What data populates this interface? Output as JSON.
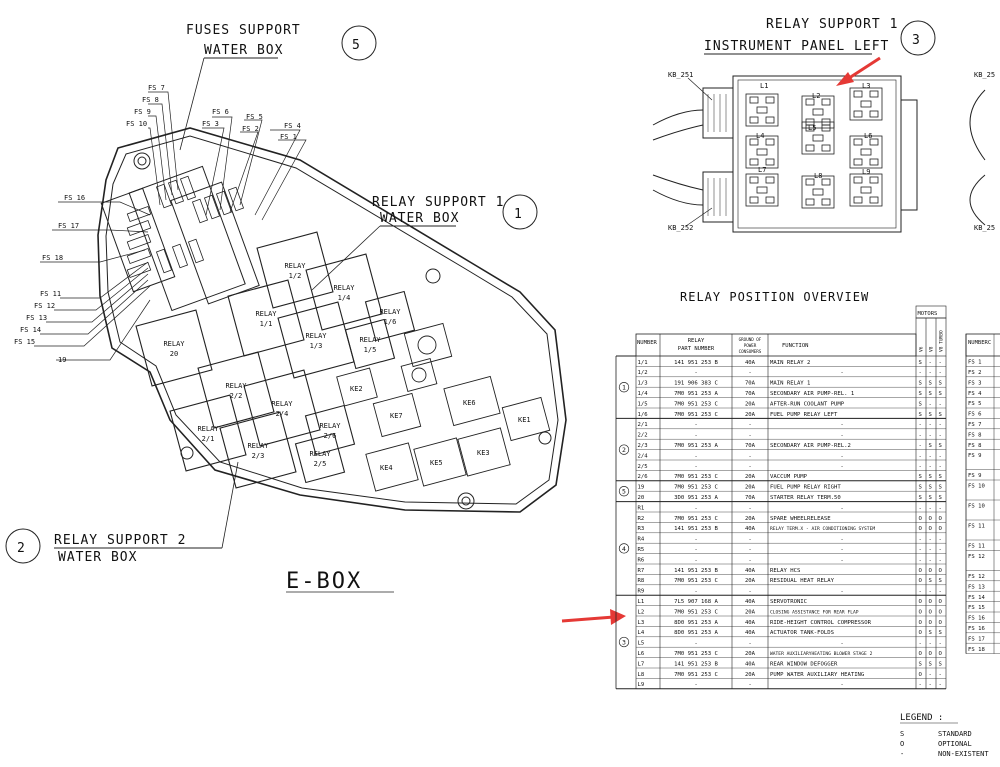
{
  "labels": {
    "fuses_support_1": "FUSES SUPPORT",
    "fuses_support_2": "WATER BOX",
    "num5": "5",
    "relay_support_1_wb_1": "RELAY SUPPORT 1",
    "relay_support_1_wb_2": "WATER BOX",
    "num1": "1",
    "relay_support_2_1": "RELAY SUPPORT 2",
    "relay_support_2_2": "WATER BOX",
    "num2": "2",
    "ebox": "E-BOX",
    "rs1_ip_1": "RELAY SUPPORT 1",
    "rs1_ip_2": "INSTRUMENT PANEL LEFT",
    "num3": "3",
    "kb251": "KB_251",
    "kb252": "KB_252",
    "kb25_a": "KB_25",
    "kb25_b": "KB_25",
    "overview_title": "RELAY POSITION OVERVIEW"
  },
  "fuses": [
    "FS 7",
    "FS 8",
    "FS 9",
    "FS 10",
    "FS 6",
    "FS 5",
    "FS 3",
    "FS 2",
    "FS 4",
    "FS 1",
    "FS 16",
    "FS 17",
    "FS 18",
    "FS 11",
    "FS 12",
    "FS 13",
    "FS 14",
    "FS 15",
    "19"
  ],
  "relays_ebox": [
    {
      "l1": "RELAY",
      "l2": "1/2"
    },
    {
      "l1": "RELAY",
      "l2": "1/1"
    },
    {
      "l1": "RELAY",
      "l2": "1/4"
    },
    {
      "l1": "RELAY",
      "l2": "1/3"
    },
    {
      "l1": "RELAY",
      "l2": "1/6"
    },
    {
      "l1": "RELAY",
      "l2": "1/5"
    },
    {
      "l1": "RELAY",
      "l2": "20"
    },
    {
      "l1": "RELAY",
      "l2": "2/2"
    },
    {
      "l1": "RELAY",
      "l2": "2/1"
    },
    {
      "l1": "RELAY",
      "l2": "2/4"
    },
    {
      "l1": "RELAY",
      "l2": "2/3"
    },
    {
      "l1": "RELAY",
      "l2": "2/6"
    },
    {
      "l1": "RELAY",
      "l2": "2/5"
    }
  ],
  "ke": [
    "KE2",
    "KE7",
    "KE6",
    "KE1",
    "KE4",
    "KE5",
    "KE3"
  ],
  "panel_relays": [
    "L1",
    "L2",
    "L3",
    "L5",
    "L4",
    "L6",
    "L7",
    "L8",
    "L9"
  ],
  "table": {
    "motors": "MOTORS",
    "headers": [
      "NUMBER",
      "RELAY PART NUMBER",
      "GROUND OF POWER CONSUMERS",
      "FUNCTION"
    ],
    "motor_cols": [
      "V6",
      "V8",
      "V8 TURBO"
    ],
    "groups": [
      {
        "num": "1",
        "rows": [
          [
            "1/1",
            "141 951 253 B",
            "40A",
            "MAIN RELAY     2",
            "S",
            "-",
            "-"
          ],
          [
            "1/2",
            "-",
            "-",
            "-",
            "-",
            "-",
            "-"
          ],
          [
            "1/3",
            "191 906 383 C",
            "70A",
            "MAIN RELAY     1",
            "S",
            "S",
            "S"
          ],
          [
            "1/4",
            "7M0 951 253 A",
            "70A",
            "SECONDARY AIR PUMP-REL.  1",
            "S",
            "S",
            "S"
          ],
          [
            "1/5",
            "7M0 951 253 C",
            "20A",
            "AFTER-RUN  COOLANT PUMP",
            "S",
            "-",
            "-"
          ],
          [
            "1/6",
            "7M0 951 253 C",
            "20A",
            "FUEL PUMP   RELAY   LEFT",
            "S",
            "S",
            "S"
          ]
        ]
      },
      {
        "num": "2",
        "rows": [
          [
            "2/1",
            "-",
            "-",
            "-",
            "-",
            "-",
            "-"
          ],
          [
            "2/2",
            "-",
            "-",
            "-",
            "-",
            "-",
            "-"
          ],
          [
            "2/3",
            "7M0 951 253 A",
            "70A",
            "SECONDARY AIR PUMP-REL.2",
            "-",
            "S",
            "S"
          ],
          [
            "2/4",
            "-",
            "-",
            "-",
            "-",
            "-",
            "-"
          ],
          [
            "2/5",
            "-",
            "-",
            "-",
            "-",
            "-",
            "-"
          ],
          [
            "2/6",
            "7M0 951 253 C",
            "20A",
            "VACCUM PUMP",
            "S",
            "S",
            "S"
          ]
        ]
      },
      {
        "num": "5",
        "rows": [
          [
            "19",
            "7M0 951 253 C",
            "20A",
            "FUEL PUMP   RELAY   RIGHT",
            "S",
            "S",
            "S"
          ],
          [
            "20",
            "3D0 951 253 A",
            "70A",
            "STARTER RELAY  TERM.50",
            "S",
            "S",
            "S"
          ]
        ]
      },
      {
        "num": "4",
        "rows": [
          [
            "R1",
            "-",
            "-",
            "-",
            "-",
            "-",
            "-"
          ],
          [
            "R2",
            "7M0 951 253 C",
            "20A",
            "SPARE        WHEELRELEASE",
            "O",
            "O",
            "O"
          ],
          [
            "R3",
            "141 951 253 B",
            "40A",
            "RELAY TERM.X - AIR CONDITIONING SYSTEM",
            "O",
            "O",
            "O"
          ],
          [
            "R4",
            "-",
            "-",
            "-",
            "-",
            "-",
            "-"
          ],
          [
            "R5",
            "-",
            "-",
            "-",
            "-",
            "-",
            "-"
          ],
          [
            "R6",
            "-",
            "-",
            "-",
            "-",
            "-",
            "-"
          ],
          [
            "R7",
            "141 951 253 B",
            "40A",
            "RELAY HCS",
            "O",
            "O",
            "O"
          ],
          [
            "R8",
            "7M0 951 253 C",
            "20A",
            "RESIDUAL   HEAT   RELAY",
            "O",
            "S",
            "S"
          ],
          [
            "R9",
            "-",
            "-",
            "-",
            "-",
            "-",
            "-"
          ]
        ]
      },
      {
        "num": "3",
        "rows": [
          [
            "L1",
            "7L5 907 168 A",
            "40A",
            "SERVOTRONIC",
            "O",
            "O",
            "O"
          ],
          [
            "L2",
            "7M0 951 253 C",
            "20A",
            "CLOSING ASSISTANCE  FOR REAR FLAP",
            "O",
            "O",
            "O"
          ],
          [
            "L3",
            "8D0 951 253 A",
            "40A",
            "RIDE-HEIGHT CONTROL COMPRESSOR",
            "O",
            "O",
            "O"
          ],
          [
            "L4",
            "8D0 951 253 A",
            "40A",
            "ACTUATOR  TANK-FOLDS",
            "O",
            "S",
            "S"
          ],
          [
            "L5",
            "-",
            "-",
            "-",
            "-",
            "-",
            "-"
          ],
          [
            "L6",
            "7M0 951 253 C",
            "20A",
            "WATER AUXILIARYHEATING BLOWER STAGE 2",
            "O",
            "O",
            "O"
          ],
          [
            "L7",
            "141 951 253 B",
            "40A",
            "REAR WINDOW DEFOGGER",
            "S",
            "S",
            "S"
          ],
          [
            "L8",
            "7M0 951 253 C",
            "20A",
            "PUMP  WATER AUXILIARY HEATING",
            "O",
            "-",
            "-"
          ],
          [
            "L9",
            "-",
            "-",
            "-",
            "-",
            "-",
            "-"
          ]
        ]
      }
    ]
  },
  "right_table": {
    "header": "NUMBER",
    "header_cut": "C",
    "rows": [
      "FS 1",
      "FS 2",
      "FS 3",
      "FS 4",
      "FS 5",
      "FS 6",
      "FS 7",
      "FS 8",
      "FS 8",
      "FS 9",
      "FS 9",
      "FS 10",
      "FS 10",
      "FS 11",
      "FS 11",
      "FS 12",
      "FS 12",
      "FS 13",
      "FS 14",
      "FS 15",
      "FS 16",
      "FS 16",
      "FS 17",
      "FS 18"
    ]
  },
  "legend": {
    "title": "LEGEND :",
    "items": [
      {
        "code": "S",
        "text": "STANDARD"
      },
      {
        "code": "O",
        "text": "OPTIONAL"
      },
      {
        "code": "-",
        "text": "NON-EXISTENT"
      }
    ]
  },
  "colors": {
    "arrow": "#e53935",
    "line": "#222222"
  }
}
